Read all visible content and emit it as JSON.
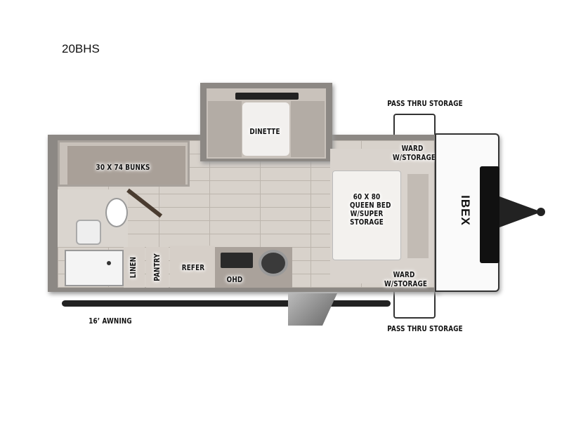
{
  "model": "20BHS",
  "brand_logo": "IBEX",
  "labels": {
    "dinette": "DINETTE",
    "bunks": "30 X 74 BUNKS",
    "queen_bed": [
      "60 X 80",
      "QUEEN BED",
      "W/SUPER",
      "STORAGE"
    ],
    "ward_top": [
      "WARD",
      "W/STORAGE"
    ],
    "ward_bottom": [
      "WARD",
      "W/STORAGE"
    ],
    "pass_thru_top": "PASS THRU STORAGE",
    "pass_thru_bottom": "PASS THRU STORAGE",
    "linen": "LINEN",
    "pantry": "PANTRY",
    "refer": "REFER",
    "ohd": "OHD",
    "awning": "16’ AWNING"
  }
}
